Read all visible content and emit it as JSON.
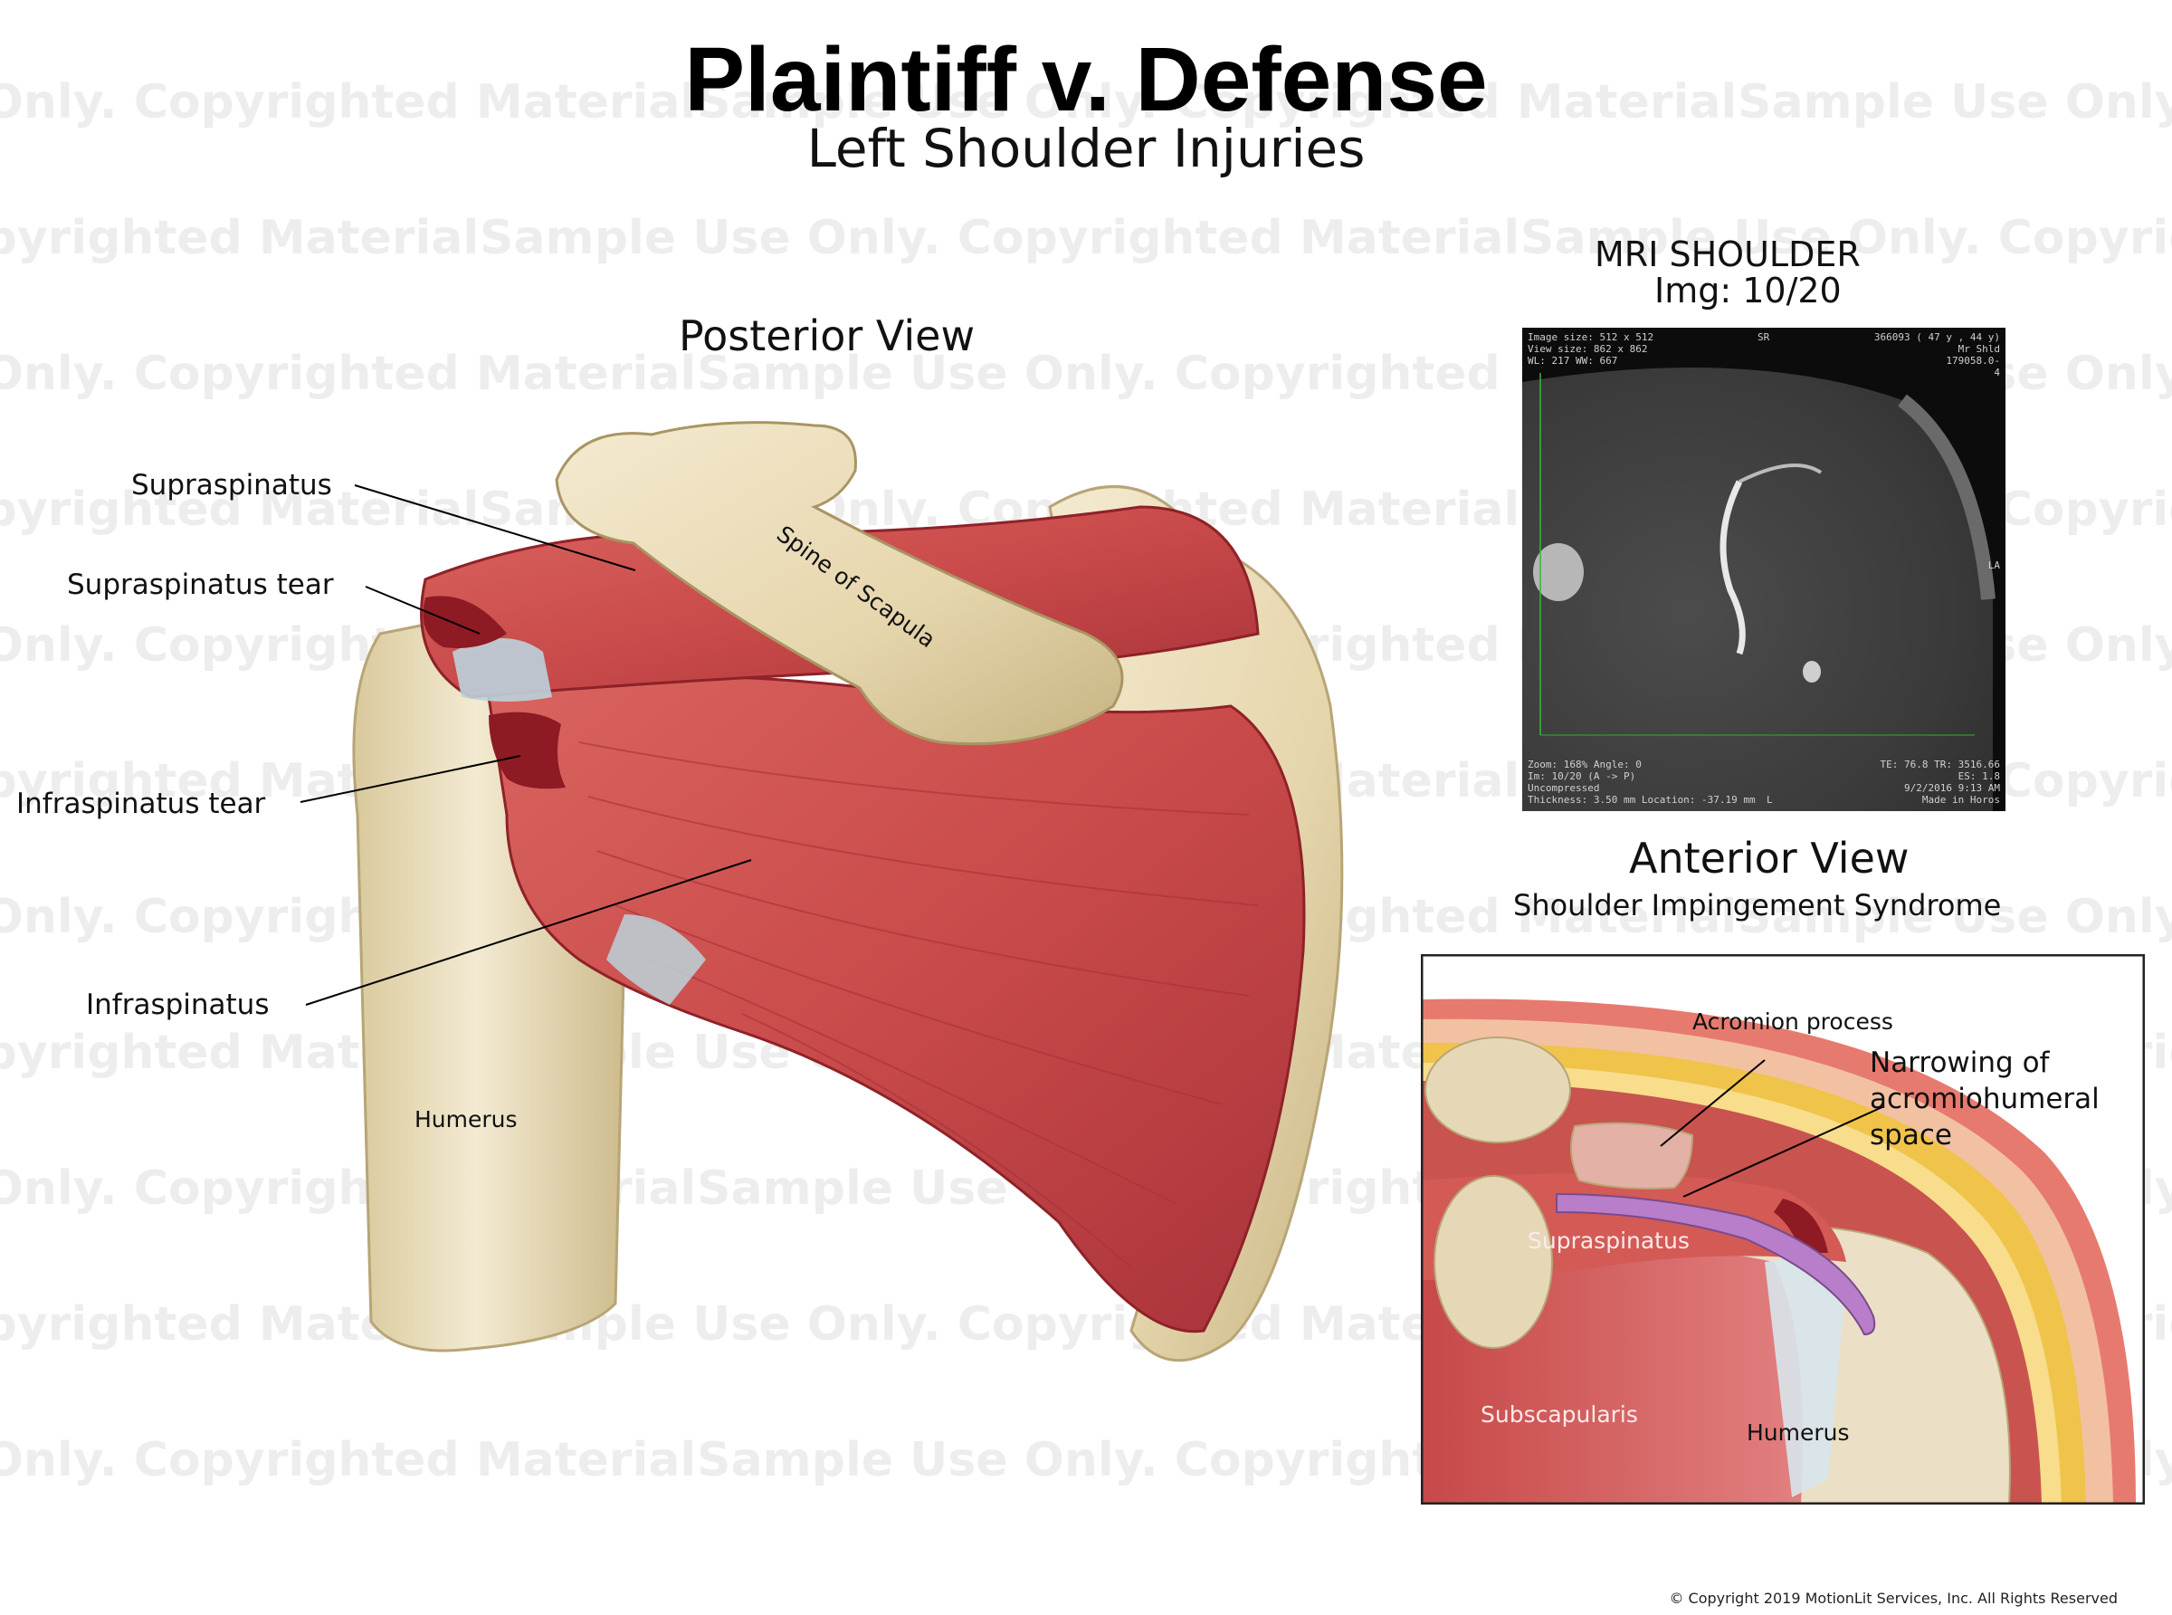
{
  "header": {
    "title": "Plaintiff v. Defense",
    "subtitle": "Left Shoulder Injuries"
  },
  "posterior": {
    "title": "Posterior View",
    "labels": {
      "supraspinatus": "Supraspinatus",
      "supraspinatus_tear": "Supraspinatus tear",
      "infraspinatus_tear": "Infraspinatus tear",
      "infraspinatus": "Infraspinatus",
      "spine_of_scapula": "Spine of Scapula",
      "humerus": "Humerus"
    }
  },
  "mri": {
    "title": "MRI SHOULDER",
    "image_index": "Img: 10/20",
    "overlay": {
      "top_left": [
        "Image size: 512 x 512",
        "View size: 862 x 862",
        "WL: 217 WW: 667"
      ],
      "top_center": "SR",
      "top_right": [
        "366093 ( 47 y , 44 y)",
        "Mr Shld",
        "179058.0-",
        "4"
      ],
      "right_mid": "LA",
      "bottom_left": [
        "Zoom: 168% Angle: 0",
        "Im: 10/20 (A -> P)",
        "Uncompressed",
        "Thickness: 3.50 mm Location: -37.19 mm"
      ],
      "bottom_center": "L",
      "bottom_right": [
        "TE: 76.8 TR: 3516.66",
        "ES: 1.8",
        "9/2/2016 9:13 AM",
        "Made in Horos"
      ]
    }
  },
  "anterior": {
    "title": "Anterior View",
    "subtitle": "Shoulder Impingement Syndrome",
    "labels": {
      "acromion_process": "Acromion process",
      "narrowing": [
        "Narrowing of",
        "acromiohumeral",
        "space"
      ],
      "supraspinatus": "Supraspinatus",
      "subscapularis": "Subscapularis",
      "humerus": "Humerus"
    }
  },
  "watermark": {
    "text": "Sample Use Only. Copyrighted Material"
  },
  "footer": {
    "copyright": "© Copyright 2019 MotionLit Services, Inc. All Rights Reserved"
  },
  "colors": {
    "muscle": "#c94a4a",
    "muscle_dark": "#8e2228",
    "bone": "#e9dcb8",
    "bone_shadow": "#c9b98b",
    "tendon": "#bcd2db",
    "fat_yellow": "#f0c34a",
    "skin": "#f0a08a",
    "bursa_purple": "#b87ec9"
  }
}
